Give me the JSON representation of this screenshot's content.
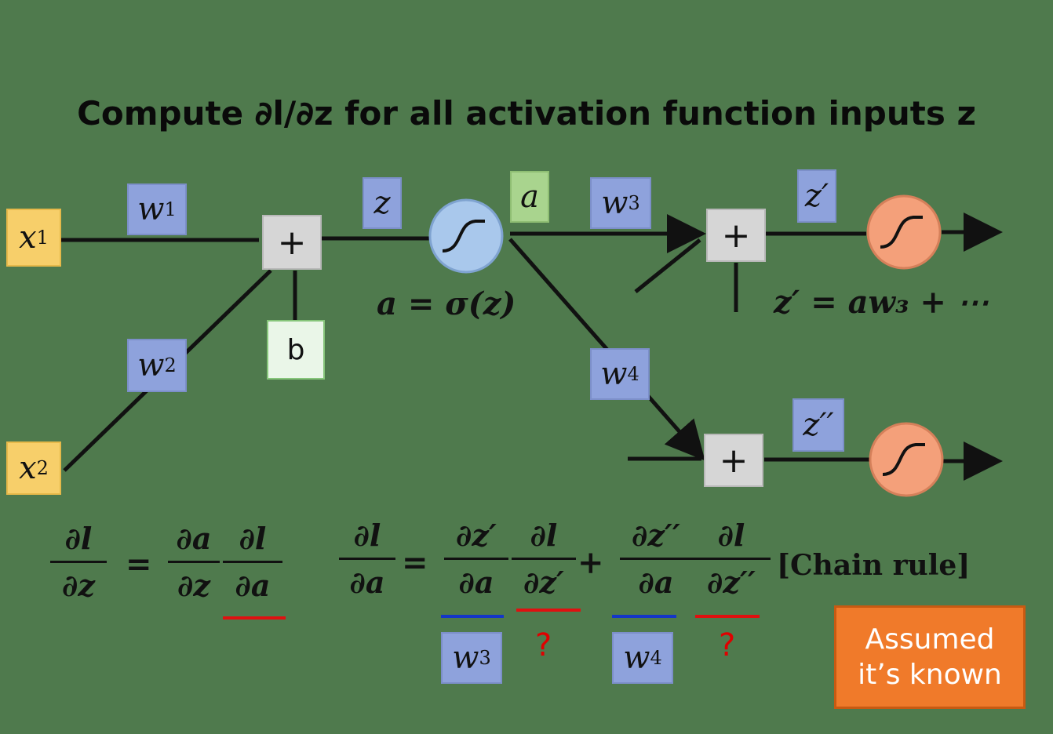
{
  "title": "Compute ∂l/∂z for all activation function inputs z",
  "nodes": {
    "x1": "x",
    "x1_sub": "1",
    "x2": "x",
    "x2_sub": "2",
    "w1": "w",
    "w1_sub": "1",
    "w2": "w",
    "w2_sub": "2",
    "w3": "w",
    "w3_sub": "3",
    "w4": "w",
    "w4_sub": "4",
    "b": "b",
    "z": "z",
    "a": "a",
    "zp": "z′",
    "zpp": "z′′",
    "plus": "+"
  },
  "equations": {
    "a_eq": "a = σ(z)",
    "zp_eq": "z′ = aw₃ + ⋯",
    "chain_rule": "[Chain rule]"
  },
  "formula1": {
    "lhs_num": "∂l",
    "lhs_den": "∂z",
    "eq": "=",
    "t1_num": "∂a",
    "t1_den": "∂z",
    "t2_num": "∂l",
    "t2_den": "∂a"
  },
  "formula2": {
    "lhs_num": "∂l",
    "lhs_den": "∂a",
    "eq": "=",
    "t1_num": "∂z′",
    "t1_den": "∂a",
    "t2_num": "∂l",
    "t2_den": "∂z′",
    "plus": "+",
    "t3_num": "∂z′′",
    "t3_den": "∂a",
    "t4_num": "∂l",
    "t4_den": "∂z′′"
  },
  "below": {
    "w3": "w",
    "w3_sub": "3",
    "w4": "w",
    "w4_sub": "4",
    "q1": "?",
    "q2": "?"
  },
  "assumed_line1": "Assumed",
  "assumed_line2": "it’s known",
  "colors": {
    "background": "#4f7a4d",
    "weight": "#8ea2dc",
    "input": "#f7cf6a",
    "activation_blue": "#a9c8ec",
    "activation_orange": "#f4a07a",
    "underline_blue": "#1436c8",
    "underline_red": "#e01010",
    "assumed": "#f07a2a"
  }
}
